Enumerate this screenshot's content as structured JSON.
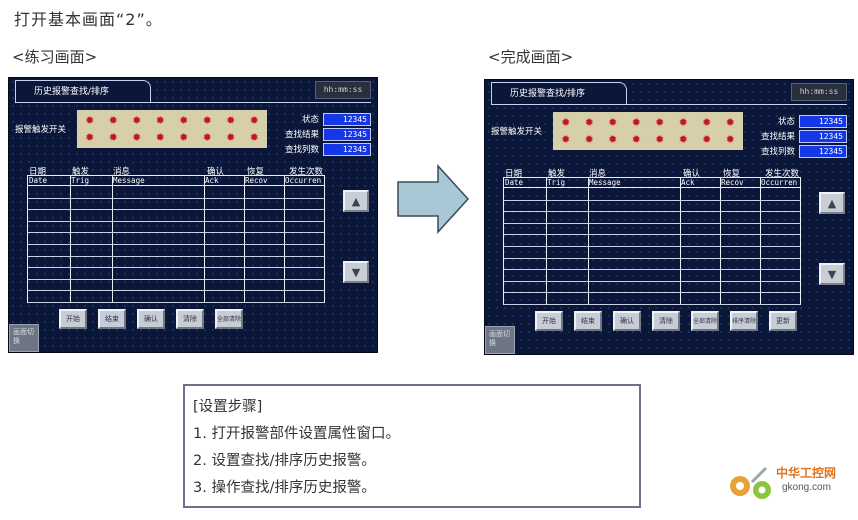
{
  "heading": "打开基本画面“2”。",
  "left_label": "<练习画面>",
  "right_label": "<完成画面>",
  "hmi": {
    "tab_title": "历史报警查找/排序",
    "clock": "hh:mm:ss",
    "switch_label": "报警触发开关",
    "lamp_icon": "alarm-lamp-icon",
    "stats": [
      {
        "label": "状态",
        "value": "12345"
      },
      {
        "label": "查找结果",
        "value": "12345"
      },
      {
        "label": "查找列数",
        "value": "12345"
      }
    ],
    "col_headers_cn": [
      "日期",
      "触发",
      "消息",
      "确认",
      "恢复",
      "发生次数"
    ],
    "col_headers_en": [
      "Date",
      "Trig",
      "Message",
      "Ack",
      "Recov",
      "Occurren"
    ],
    "scroll_up": "▲",
    "scroll_down": "▼",
    "corner_button": "画面切换",
    "left_buttons": [
      "开始",
      "结束",
      "确认",
      "清除",
      "全部清除"
    ],
    "right_buttons": [
      "开始",
      "结束",
      "确认",
      "清除",
      "全部清除",
      "排序清除",
      "更新"
    ]
  },
  "steps": {
    "title": "[设置步骤]",
    "items": [
      "1.  打开报警部件设置属性窗口。",
      "2.  设置查找/排序历史报警。",
      "3.  操作查找/排序历史报警。"
    ]
  },
  "logo": {
    "cn": "中华工控网",
    "en": "gkong.com"
  },
  "colors": {
    "hmi_bg": "#0b1738",
    "value_box": "#1538e6",
    "lamp_panel": "#d7cfa9",
    "arrow_fill": "#a8c8d6"
  }
}
